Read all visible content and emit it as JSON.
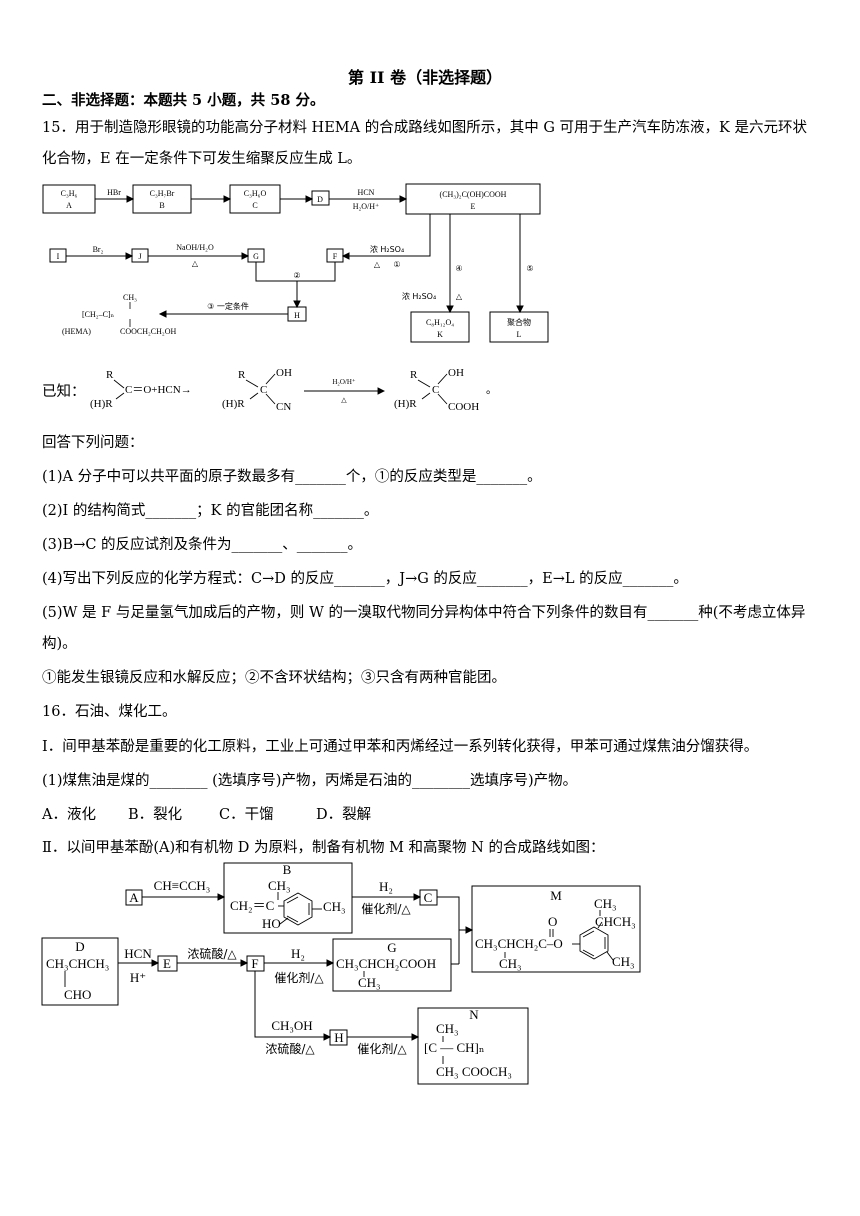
{
  "section_title": "第 II 卷（非选择题）",
  "section_heading": "二、非选择题：本题共 5 小题，共 58 分。",
  "q15": {
    "intro_line1": "15．用于制造隐形眼镜的功能高分子材料 HEMA 的合成路线如图所示，其中 G 可用于生产汽车防冻液，K 是六元环状",
    "intro_line2": "化合物，E 在一定条件下可发生缩聚反应生成 L。",
    "scheme": {
      "A_formula": "C₃H₆",
      "A": "A",
      "HBr": "HBr",
      "B_formula": "C₃H₇Br",
      "B": "B",
      "C_formula": "C₃H₆O",
      "C": "C",
      "D": "D",
      "HCN": "HCN",
      "H2O_H": "H₂O/H⁺",
      "E_formula": "(CH₃)₂C(OH)COOH",
      "E": "E",
      "I": "I",
      "Br2": "Br₂",
      "J": "J",
      "NaOH": "NaOH/H₂O",
      "delta": "△",
      "G": "G",
      "F": "F",
      "conc_H2SO4": "浓 H₂SO₄",
      "step1": "①",
      "step2": "②",
      "step3": "③ 一定条件",
      "step4": "④",
      "step5": "⑤",
      "H": "H",
      "K_formula": "C₈H₁₂O₄",
      "K": "K",
      "L_name": "聚合物",
      "L": "L",
      "HEMA_ch3": "CH₃",
      "HEMA_chain": "[CH₂–C]ₙ",
      "HEMA_label": "(HEMA)",
      "HEMA_ester": "COOCH₂CH₂OH"
    },
    "known_label": "已知：",
    "known": {
      "R": "R",
      "HR": "(H)R",
      "carbonyl": "C＝O+HCN→",
      "C": "C",
      "OH": "OH",
      "CN": "CN",
      "cond": "H₂O/H⁺",
      "delta": "△",
      "COOH": "COOH",
      "end": "。"
    },
    "prompt": "回答下列问题：",
    "sub1": "(1)A 分子中可以共平面的原子数最多有_______个，①的反应类型是_______。",
    "sub2": "(2)I 的结构简式_______；K 的官能团名称_______。",
    "sub3": "(3)B→C 的反应试剂及条件为_______、_______。",
    "sub4": "(4)写出下列反应的化学方程式：C→D 的反应_______，J→G 的反应_______，E→L 的反应_______。",
    "sub5_line1": "(5)W 是 F 与足量氢气加成后的产物，则 W 的一溴取代物同分异构体中符合下列条件的数目有_______种(不考虑立体异",
    "sub5_line2": "构)。",
    "conditions": "①能发生银镜反应和水解反应；②不含环状结构；③只含有两种官能团。"
  },
  "q16": {
    "title": "16．石油、煤化工。",
    "part1": "Ⅰ．间甲基苯酚是重要的化工原料，工业上可通过甲苯和丙烯经过一系列转化获得，甲苯可通过煤焦油分馏获得。",
    "sub1": "(1)煤焦油是煤的________ (选填序号)产物，丙烯是石油的________选填序号)产物。",
    "options": [
      "A．液化",
      "B．裂化",
      "C．干馏",
      "D．裂解"
    ],
    "part2": "Ⅱ．以间甲基苯酚(A)和有机物 D 为原料，制备有机物 M 和高聚物 N 的合成路线如图：",
    "scheme": {
      "A": "A",
      "propyne": "CH≡CCH₃",
      "B": "B",
      "B_ch3": "CH₃",
      "B_main": "CH₂＝C",
      "B_ho": "HO",
      "B_ring_ch3": "CH₃",
      "H2": "H₂",
      "catalyst": "催化剂/△",
      "C": "C",
      "M": "M",
      "M_top": "CH₃",
      "M_mid": "CHCH₃",
      "M_main": "CH₃CHCH₂C–O",
      "M_o": "O",
      "M_sub": "CH₃",
      "M_ring_ch3": "CH₃",
      "D": "D",
      "D_main": "CH₃CHCH₃",
      "D_sub": "CHO",
      "HCN": "HCN",
      "H_plus": "H⁺",
      "E": "E",
      "conc_acid": "浓硫酸/△",
      "F": "F",
      "G": "G",
      "G_main": "CH₃CHCH₂COOH",
      "G_sub": "CH₃",
      "CH3OH": "CH₃OH",
      "H": "H",
      "N": "N",
      "N_top": "CH₃",
      "N_main": "[C — CH]ₙ",
      "N_sub": "CH₃ COOCH₃"
    }
  }
}
